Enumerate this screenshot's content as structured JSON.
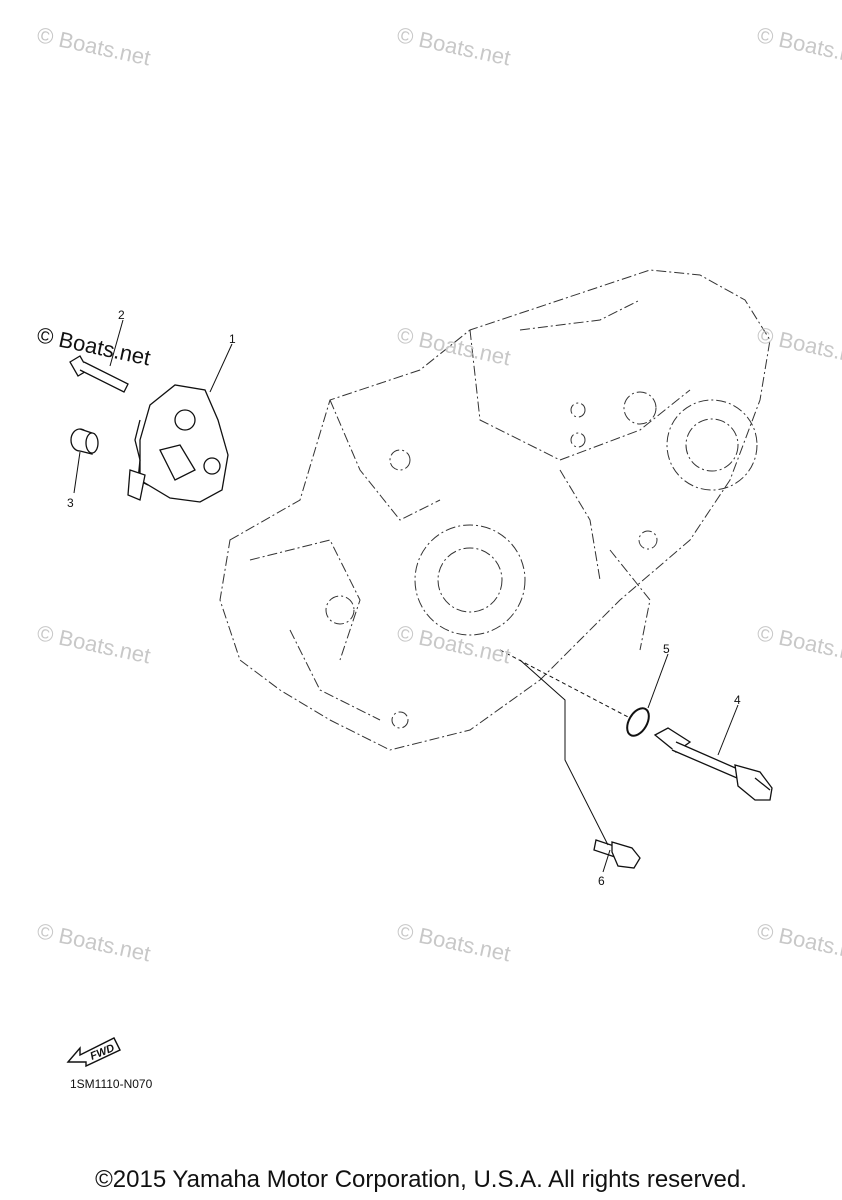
{
  "watermark_text": "© Boats.net",
  "callouts": [
    "1",
    "2",
    "3",
    "4",
    "5",
    "6"
  ],
  "fwd_label": "FWD",
  "diagram_code": "1SM1110-N070",
  "copyright": "©2015 Yamaha Motor Corporation, U.S.A. All rights reserved."
}
